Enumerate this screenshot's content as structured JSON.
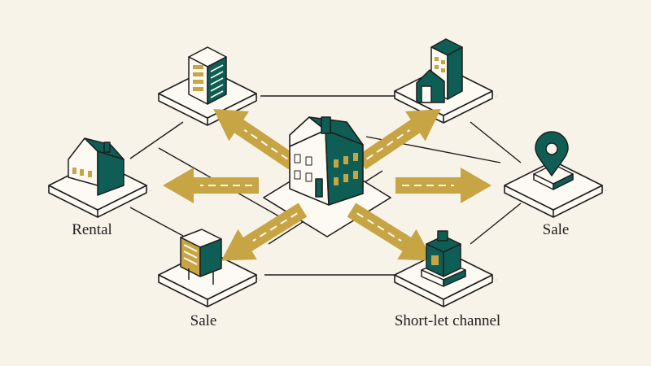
{
  "colors": {
    "background": "#f8f3e8",
    "teal": "#0f5e55",
    "mustard": "#c7a444",
    "line": "#1e1e1e",
    "platform": "#fdfaf3"
  },
  "hub": {
    "icon": "central-house"
  },
  "nodes": [
    {
      "id": "office-building",
      "icon": "office-building",
      "label": ""
    },
    {
      "id": "house-with-tower",
      "icon": "house-with-tower",
      "label": ""
    },
    {
      "id": "rental",
      "icon": "house",
      "label": "Rental"
    },
    {
      "id": "sale-right",
      "icon": "map-pin",
      "label": "Sale"
    },
    {
      "id": "sale-bottom",
      "icon": "for-sale-sign",
      "label": "Sale"
    },
    {
      "id": "short-let",
      "icon": "kiosk",
      "label": "Short-let channel"
    }
  ],
  "arrows": [
    "up-left",
    "up-right",
    "left",
    "right",
    "down-left",
    "down-right"
  ]
}
